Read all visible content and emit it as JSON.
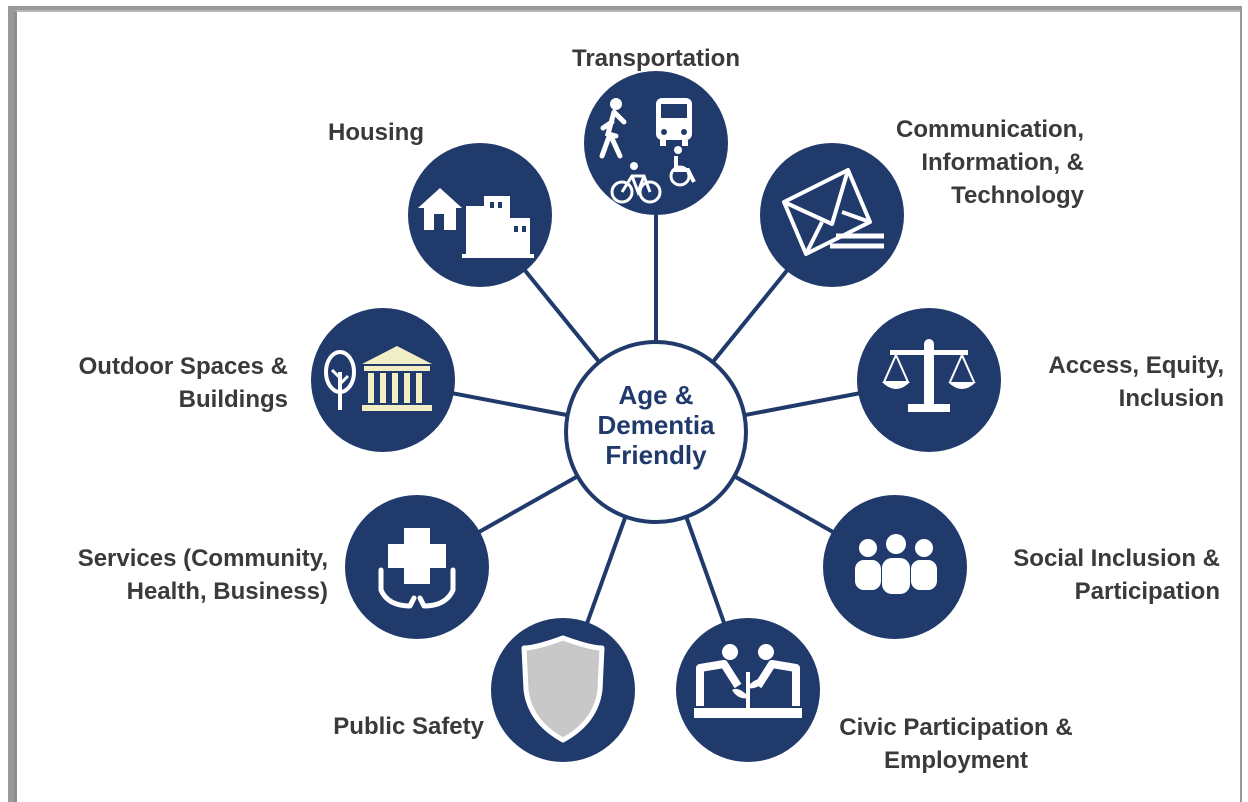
{
  "center": {
    "label": "Age &\nDementia\nFriendly"
  },
  "colors": {
    "node": "#1f3a6b",
    "connector": "#1f3a6b",
    "icon": "#ffffff",
    "text": "#3a3a3a"
  },
  "domains": [
    {
      "key": "transportation",
      "label": "Transportation",
      "icon": "transit-icon"
    },
    {
      "key": "communication",
      "label": "Communication,\nInformation, &\nTechnology",
      "icon": "envelope-icon"
    },
    {
      "key": "access",
      "label": "Access, Equity,\nInclusion",
      "icon": "scales-icon"
    },
    {
      "key": "social",
      "label": "Social Inclusion &\nParticipation",
      "icon": "people-icon"
    },
    {
      "key": "civic",
      "label": "Civic Participation &\nEmployment",
      "icon": "planting-icon"
    },
    {
      "key": "safety",
      "label": "Public Safety",
      "icon": "shield-icon"
    },
    {
      "key": "services",
      "label": "Services (Community,\nHealth, Business)",
      "icon": "health-hands-icon"
    },
    {
      "key": "outdoor",
      "label": "Outdoor Spaces &\nBuildings",
      "icon": "tree-building-icon"
    },
    {
      "key": "housing",
      "label": "Housing",
      "icon": "houses-icon"
    }
  ]
}
